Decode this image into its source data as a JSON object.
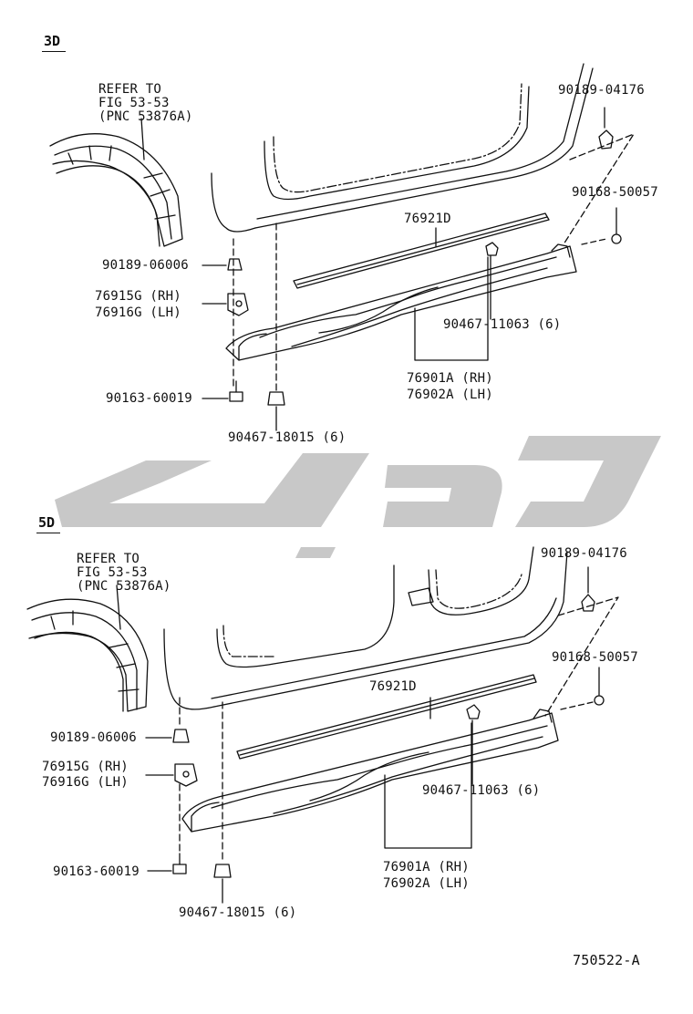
{
  "sections": [
    {
      "id": "3d",
      "title": "3D",
      "refer": [
        "REFER TO",
        "FIG 53-53",
        "(PNC 53876A)"
      ],
      "parts": {
        "clip_top": "90189-04176",
        "screw_top": "90168-50057",
        "moulding": "76921D",
        "clip_mid": "90467-11063 (6)",
        "bracket_clip": "90189-06006",
        "bracket_rh": "76915G (RH)",
        "bracket_lh": "76916G (LH)",
        "screw_bottom": "90163-60019",
        "clip_bottom": "90467-18015 (6)",
        "garnish_rh": "76901A (RH)",
        "garnish_lh": "76902A (LH)"
      }
    },
    {
      "id": "5d",
      "title": "5D",
      "refer": [
        "REFER TO",
        "FIG 53-53",
        "(PNC 53876A)"
      ],
      "parts": {
        "clip_top": "90189-04176",
        "screw_top": "90168-50057",
        "moulding": "76921D",
        "clip_mid": "90467-11063 (6)",
        "bracket_clip": "90189-06006",
        "bracket_rh": "76915G (RH)",
        "bracket_lh": "76916G (LH)",
        "screw_bottom": "90163-60019",
        "clip_bottom": "90467-18015 (6)",
        "garnish_rh": "76901A (RH)",
        "garnish_lh": "76902A (LH)"
      }
    }
  ],
  "diagram_code": "750522-A",
  "colors": {
    "line": "#111111",
    "watermark": "#c8c8c8"
  }
}
